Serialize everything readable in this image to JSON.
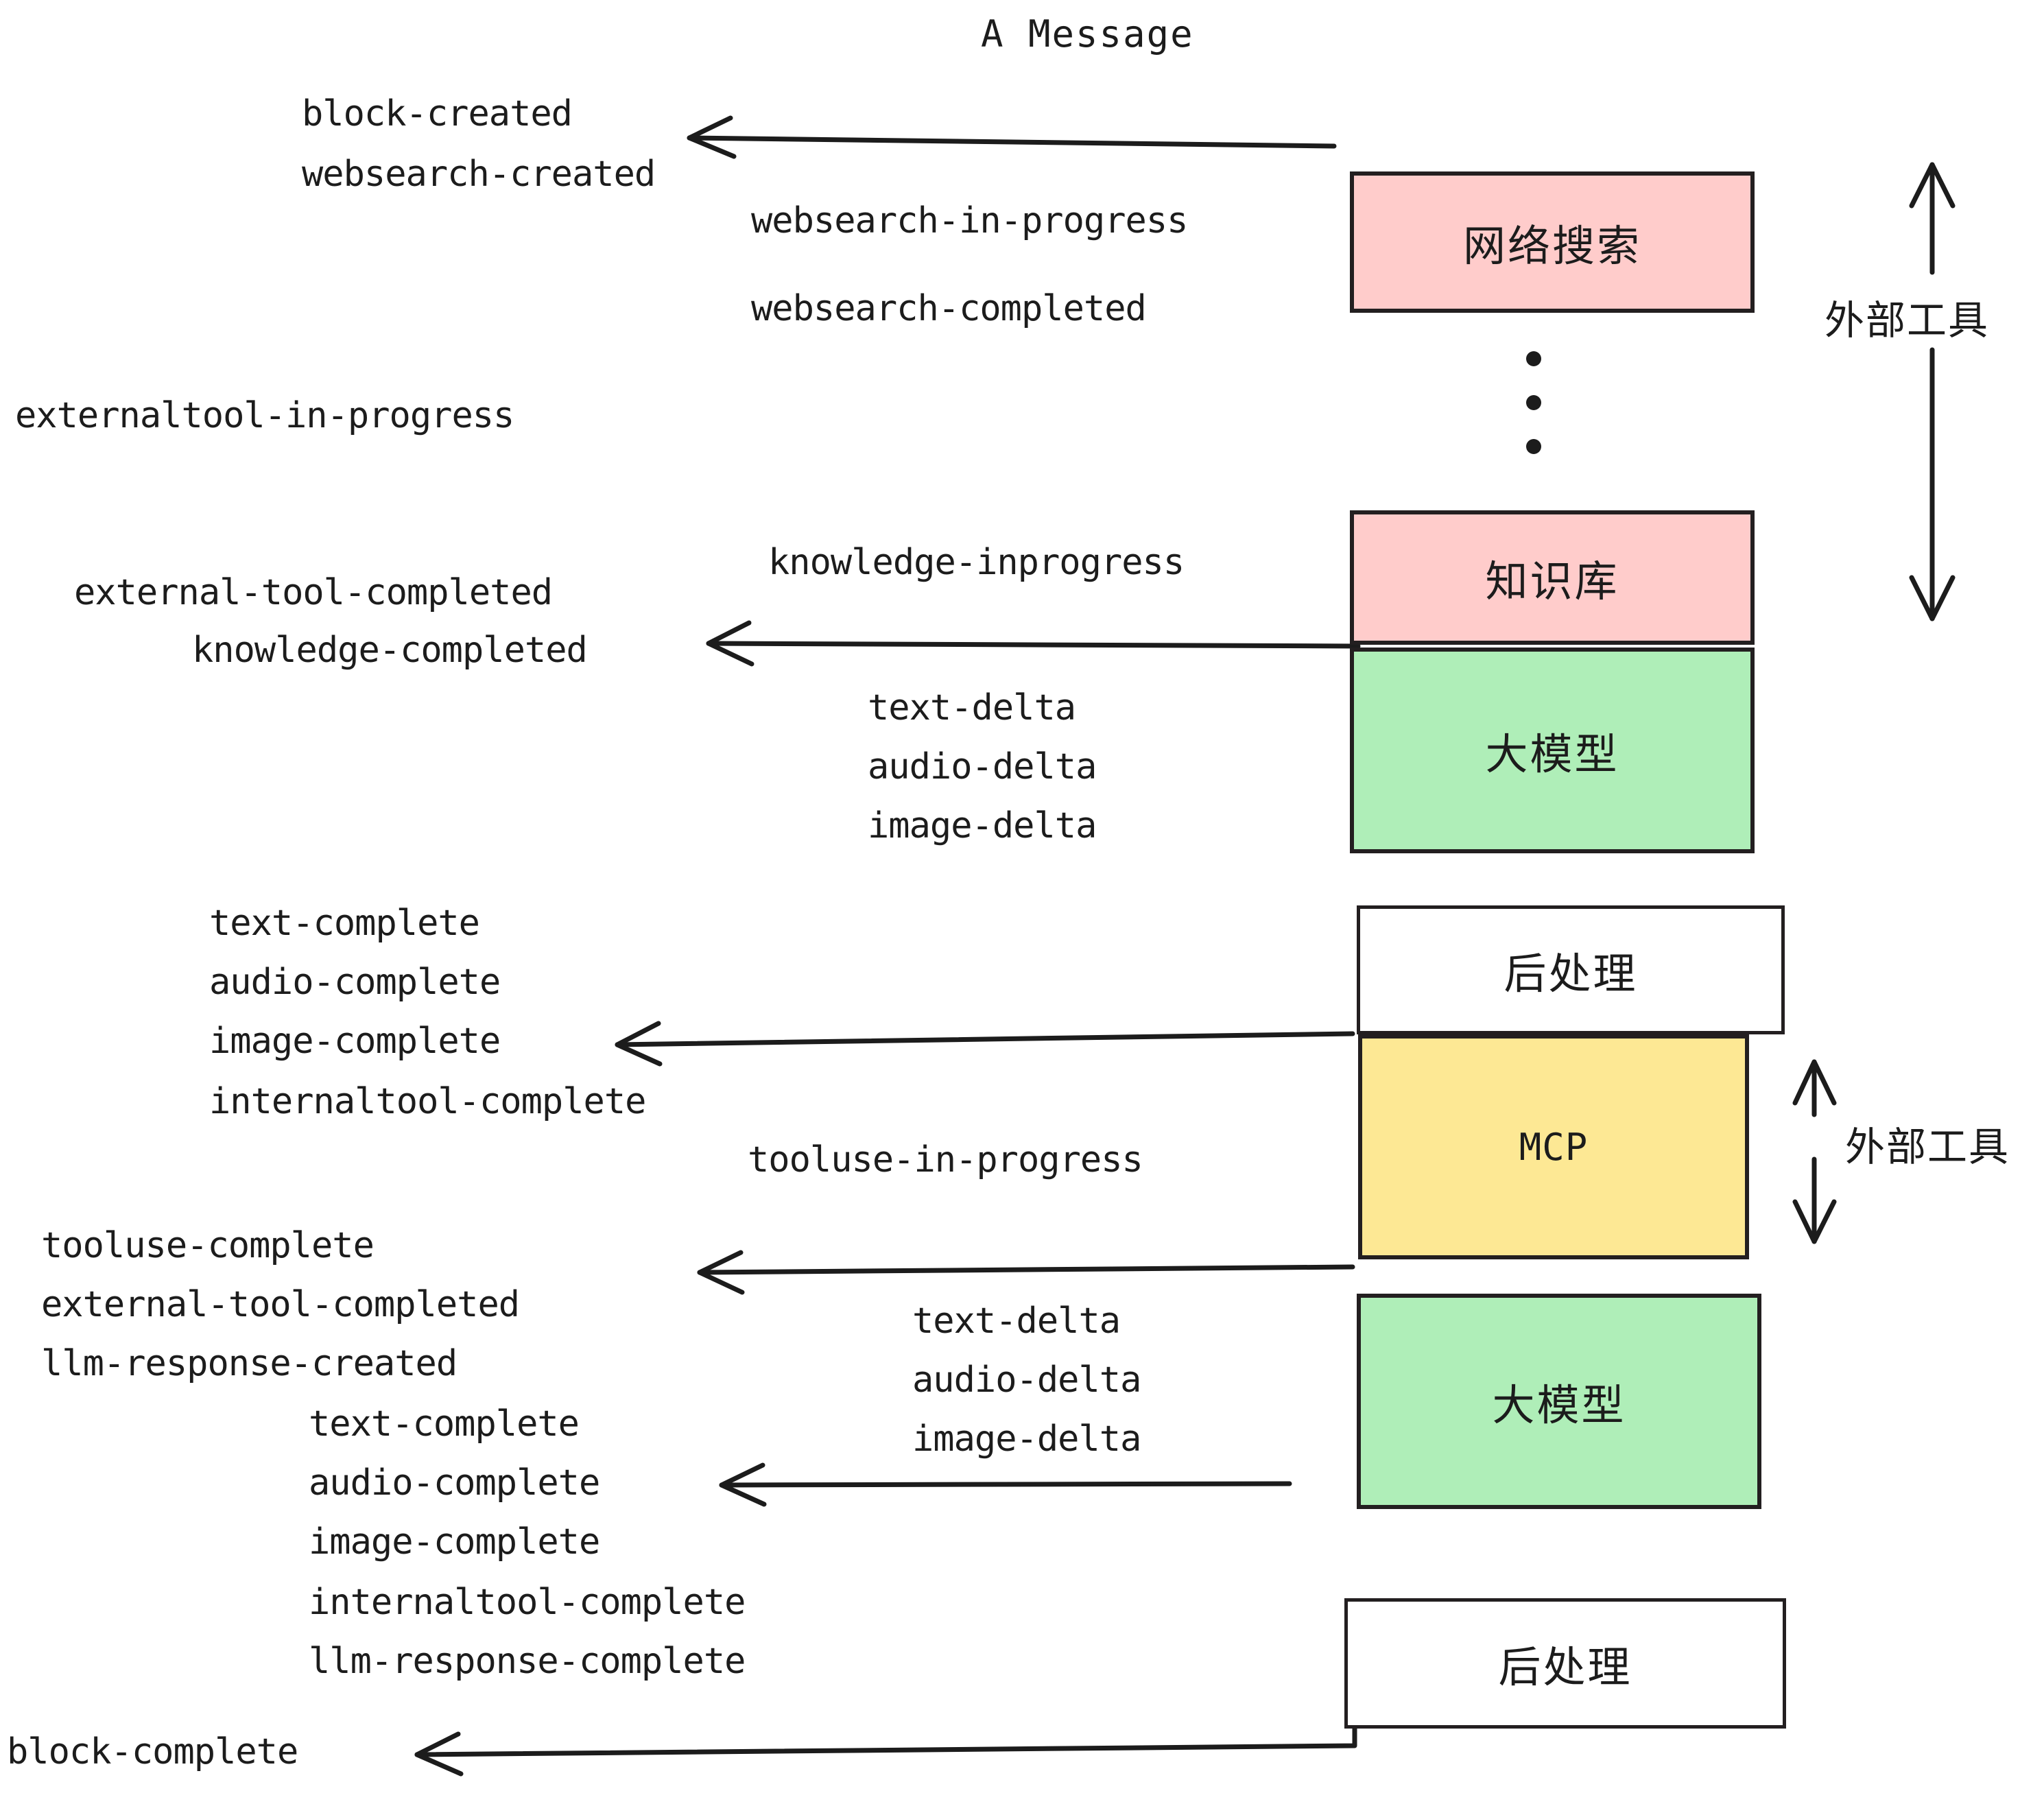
{
  "title": "A Message",
  "colors": {
    "pink": "#FFCCCB",
    "green": "#AFEEB8",
    "yellow": "#FDE894",
    "white": "#FFFFFF",
    "stroke": "#231F20",
    "text": "#1C1C1C"
  },
  "boxes": [
    {
      "id": "websearch",
      "label": "网络搜索",
      "color": "#FFCCCB"
    },
    {
      "id": "knowledge",
      "label": "知识库",
      "color": "#FFCCCB"
    },
    {
      "id": "llm-1",
      "label": "大模型",
      "color": "#AFEEB8"
    },
    {
      "id": "postprocess-1",
      "label": "后处理",
      "color": "#FFFFFF"
    },
    {
      "id": "mcp",
      "label": "MCP",
      "color": "#FDE894"
    },
    {
      "id": "llm-2",
      "label": "大模型",
      "color": "#AFEEB8"
    },
    {
      "id": "postprocess-2",
      "label": "后处理",
      "color": "#FFFFFF"
    }
  ],
  "side_labels": [
    {
      "id": "external-tools-top",
      "label": "外部工具"
    },
    {
      "id": "external-tools-bottom",
      "label": "外部工具"
    }
  ],
  "events": {
    "block_created": "block-created",
    "websearch_created": "websearch-created",
    "websearch_in_progress": "websearch-in-progress",
    "websearch_completed": "websearch-completed",
    "externaltool_in_progress": "externaltool-in-progress",
    "knowledge_inprogress": "knowledge-inprogress",
    "external_tool_completed_1": "external-tool-completed",
    "knowledge_completed": "knowledge-completed",
    "text_delta_1": "text-delta",
    "audio_delta_1": "audio-delta",
    "image_delta_1": "image-delta",
    "text_complete_1": "text-complete",
    "audio_complete_1": "audio-complete",
    "image_complete_1": "image-complete",
    "internaltool_complete_1": "internaltool-complete",
    "tooluse_in_progress": "tooluse-in-progress",
    "tooluse_complete": "tooluse-complete",
    "external_tool_completed_2": "external-tool-completed",
    "llm_response_created": "llm-response-created",
    "text_delta_2": "text-delta",
    "audio_delta_2": "audio-delta",
    "image_delta_2": "image-delta",
    "text_complete_2": "text-complete",
    "audio_complete_2": "audio-complete",
    "image_complete_2": "image-complete",
    "internaltool_complete_2": "internaltool-complete",
    "llm_response_complete": "llm-response-complete",
    "block_complete": "block-complete"
  }
}
